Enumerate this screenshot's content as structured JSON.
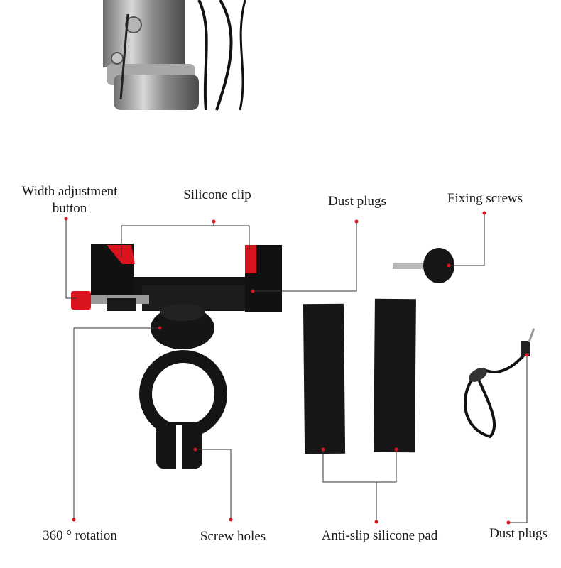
{
  "labels": {
    "width_adjustment": "Width adjustment",
    "width_adjustment_2": "button",
    "silicone_clip": "Silicone clip",
    "dust_plugs_top": "Dust plugs",
    "fixing_screws": "Fixing screws",
    "rotation": "360 ° rotation",
    "screw_holes": "Screw holes",
    "anti_slip_pad": "Anti-slip silicone pad",
    "dust_plugs_bottom": "Dust plugs"
  },
  "colors": {
    "accent_red": "#d9141e",
    "leader_line": "#333333",
    "part_black": "#121212",
    "metal": "#9a9a9a"
  },
  "icons": {
    "bike_stem": "bike-stem-photo",
    "phone_holder": "phone-holder-icon",
    "thumb_screw": "thumb-screw-icon",
    "silicone_pad": "silicone-pad-icon",
    "lanyard": "dust-plug-lanyard-icon"
  }
}
